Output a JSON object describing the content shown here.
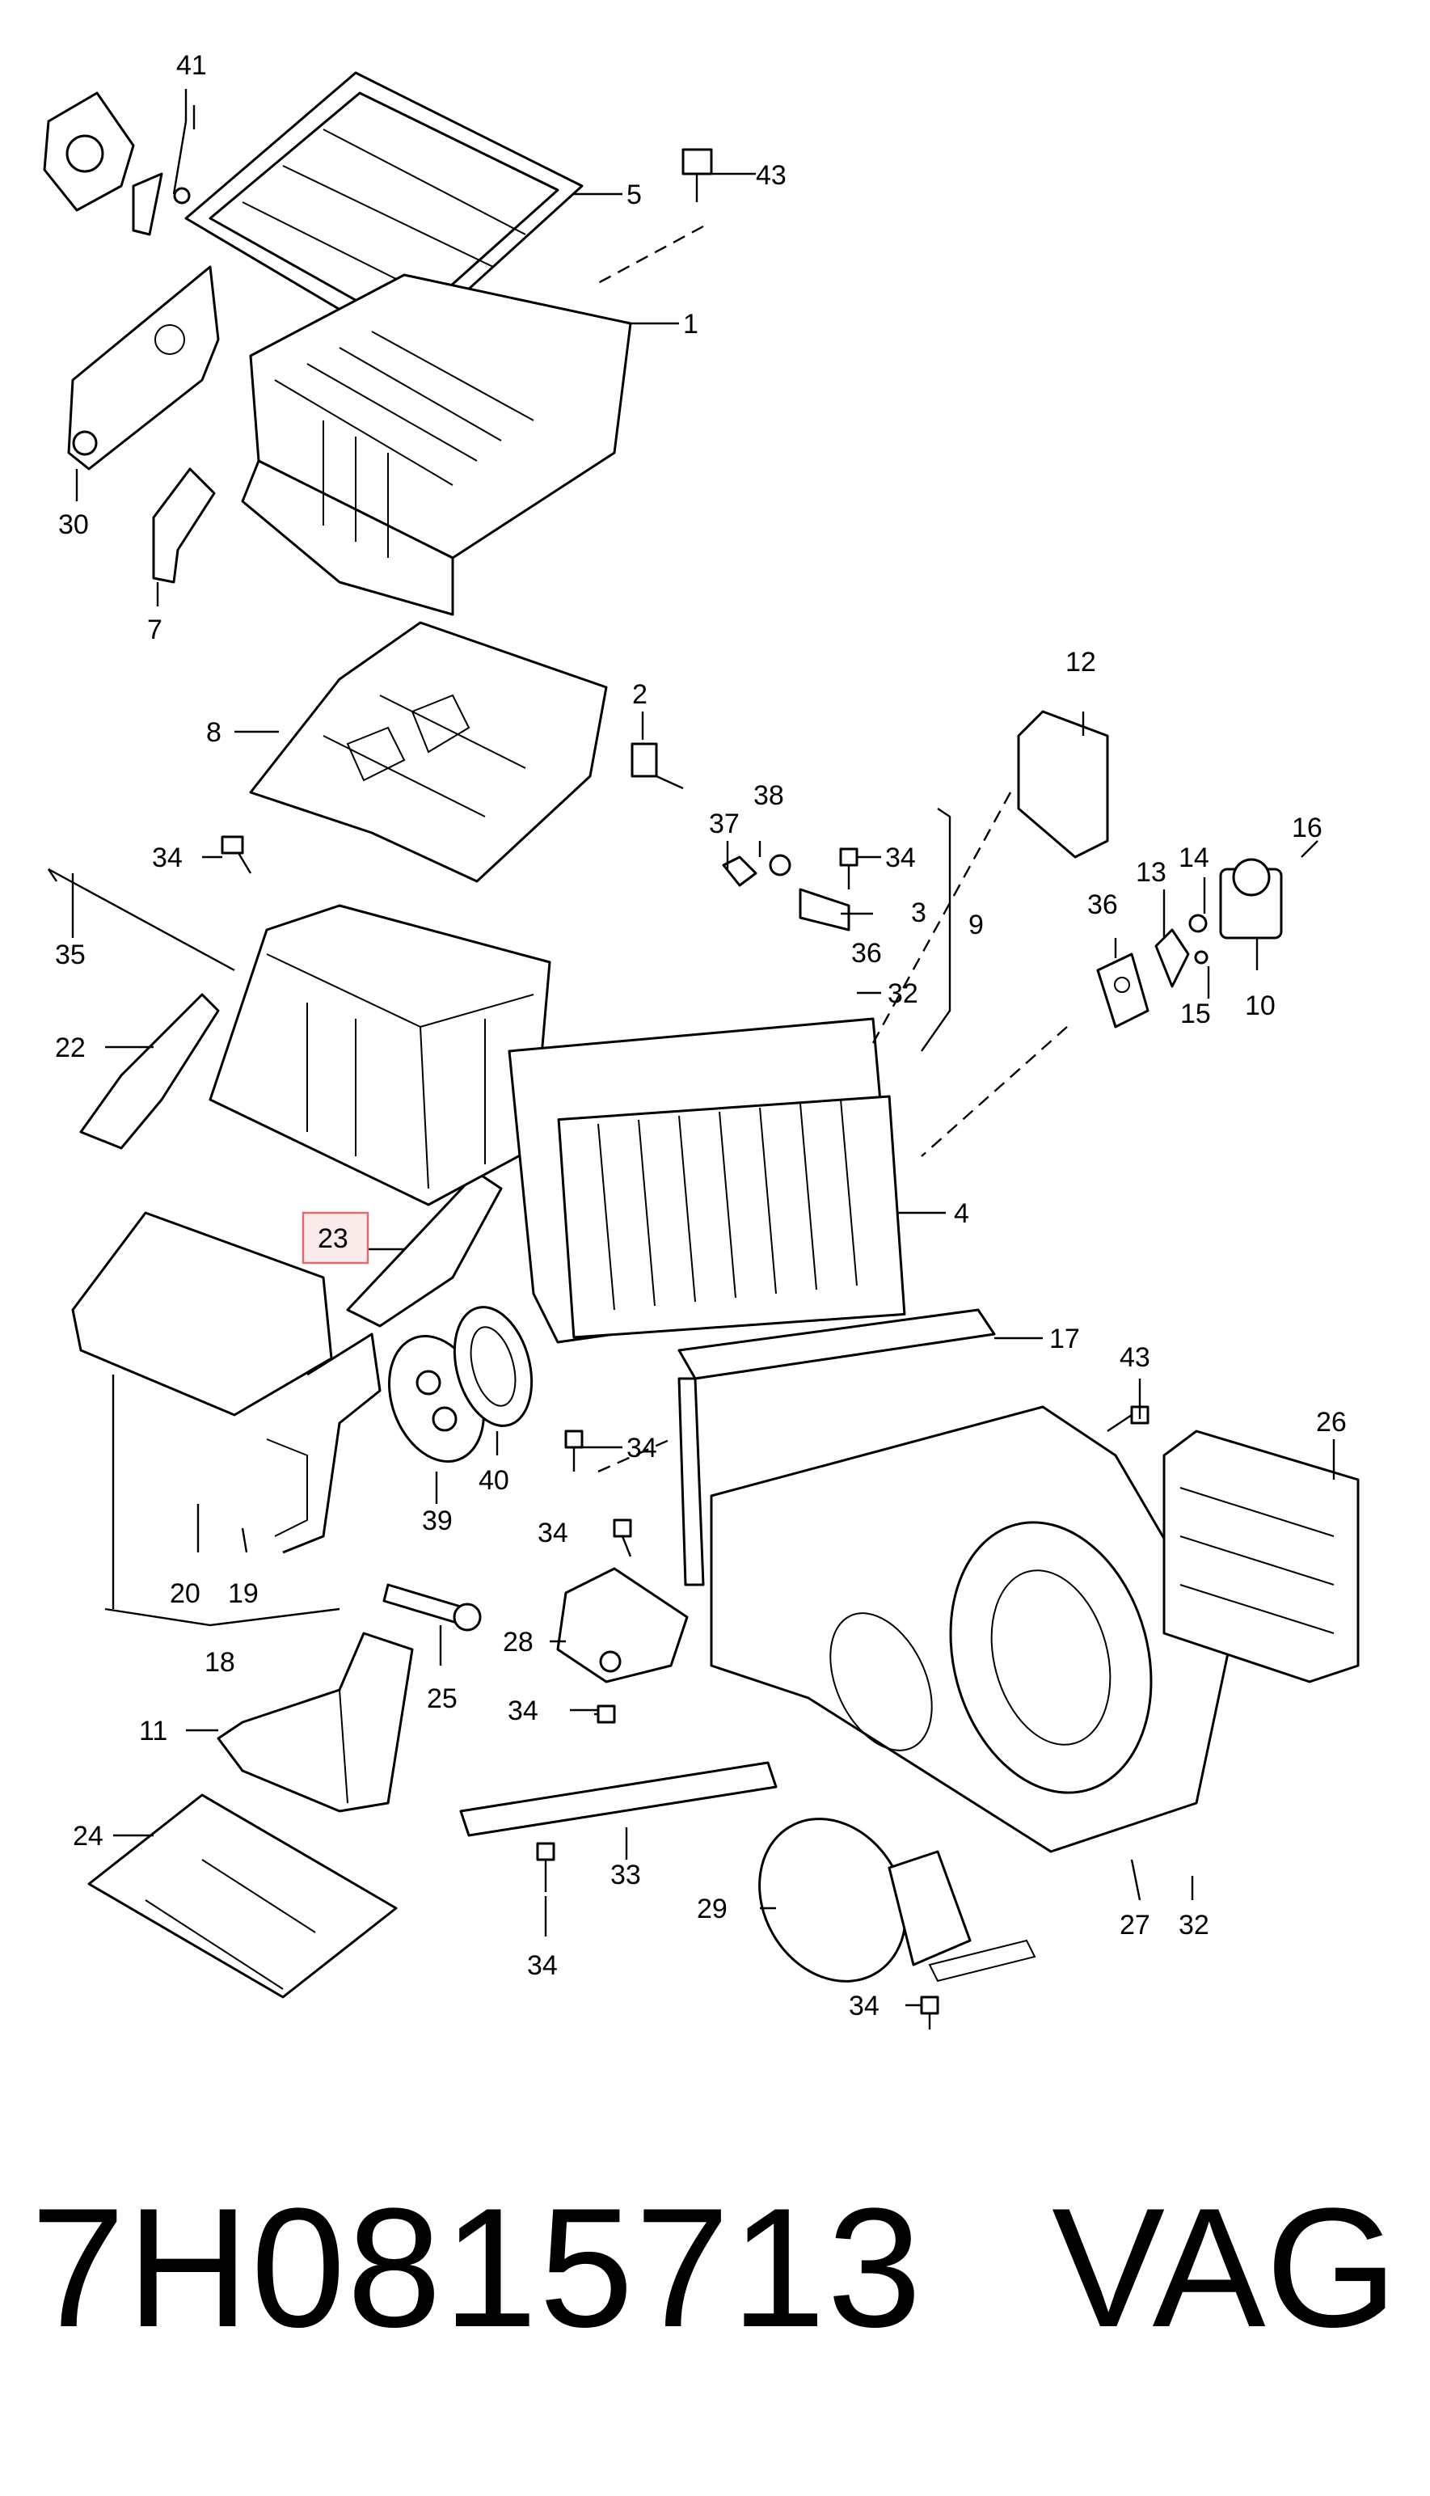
{
  "diagram": {
    "highlight_callout": "23",
    "callouts": {
      "c1": "1",
      "c2": "2",
      "c3": "3",
      "c4": "4",
      "c5": "5",
      "c7": "7",
      "c8": "8",
      "c9": "9",
      "c10": "10",
      "c11": "11",
      "c12": "12",
      "c13": "13",
      "c14": "14",
      "c15": "15",
      "c16": "16",
      "c17": "17",
      "c18": "18",
      "c19": "19",
      "c20": "20",
      "c22": "22",
      "c23": "23",
      "c24": "24",
      "c25": "25",
      "c26": "26",
      "c27": "27",
      "c28": "28",
      "c29": "29",
      "c30": "30",
      "c32a": "32",
      "c32b": "32",
      "c33": "33",
      "c34a": "34",
      "c34b": "34",
      "c34c": "34",
      "c34d": "34",
      "c34e": "34",
      "c34f": "34",
      "c34g": "34",
      "c35": "35",
      "c36a": "36",
      "c36b": "36",
      "c37": "37",
      "c38": "38",
      "c39": "39",
      "c40": "40",
      "c41": "41",
      "c43a": "43",
      "c43b": "43"
    }
  },
  "footer": {
    "part_number": "7H0815713",
    "brand": "VAG"
  },
  "colors": {
    "ink": "#000000",
    "highlight_fill": "#fbeaea",
    "highlight_stroke": "#e06a6a"
  }
}
